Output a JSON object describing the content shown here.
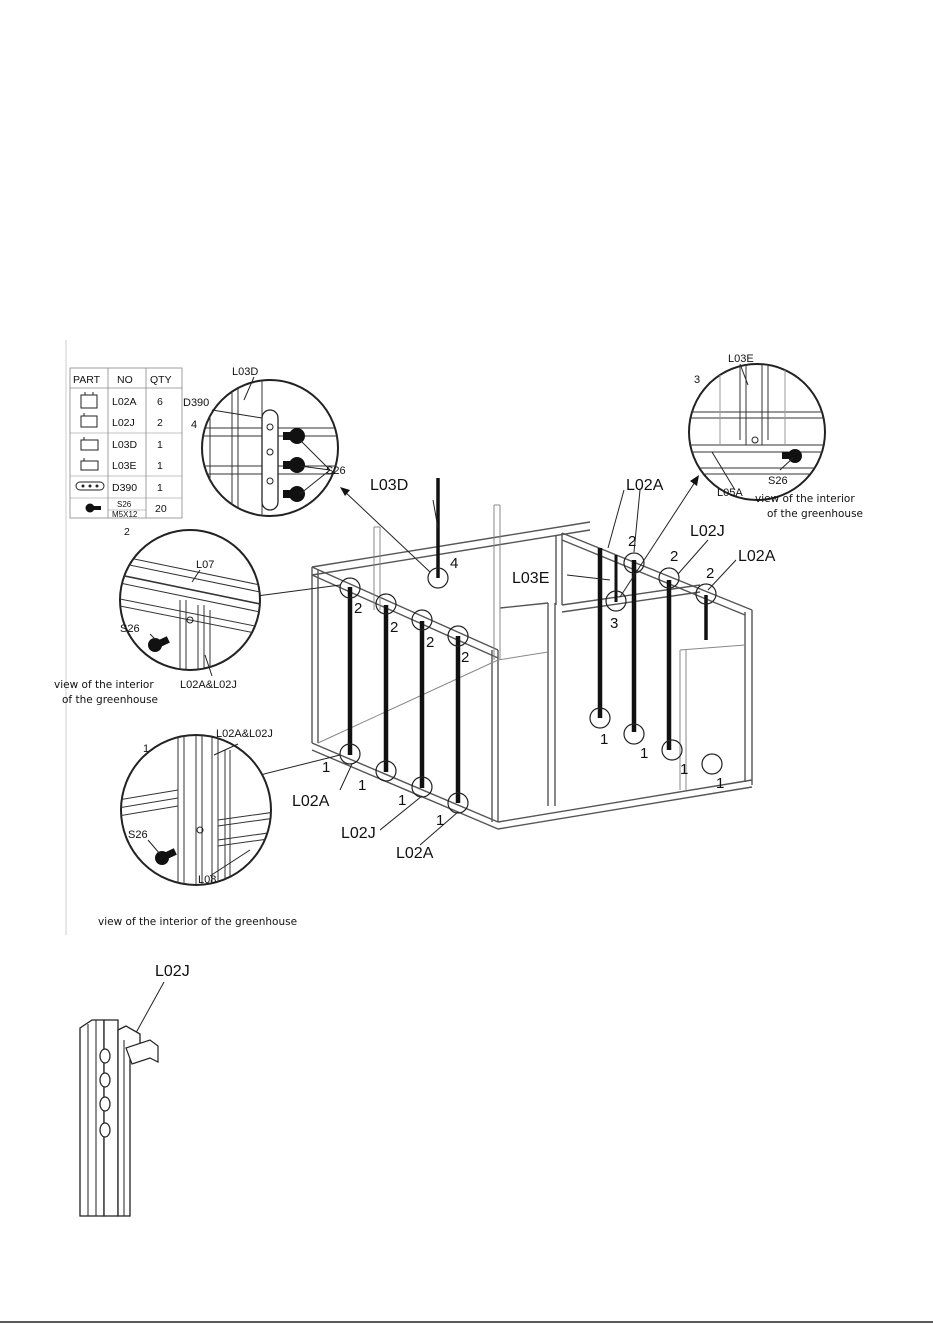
{
  "parts_table": {
    "headers": [
      "PART",
      "NO",
      "QTY"
    ],
    "rows": [
      {
        "icon": "profile-l02a-icon",
        "no": "L02A",
        "qty": "6"
      },
      {
        "icon": "profile-l02j-icon",
        "no": "L02J",
        "qty": "2"
      },
      {
        "icon": "profile-l03d-icon",
        "no": "L03D",
        "qty": "1"
      },
      {
        "icon": "profile-l03e-icon",
        "no": "L03E",
        "qty": "1"
      },
      {
        "icon": "plate-d390-icon",
        "no": "D390",
        "qty": "1"
      },
      {
        "icon": "screw-s26-icon",
        "no": "S26",
        "no2": "M5X12",
        "qty": "20"
      }
    ],
    "footnote": "2"
  },
  "detail_top_left": {
    "l03d": "L03D",
    "d390": "D390",
    "step": "4",
    "s26": "S26"
  },
  "detail_top_right": {
    "step": "3",
    "l03e": "L03E",
    "l05a": "L05A",
    "s26": "S26",
    "caption1": "view of the interior",
    "caption2": "of the greenhouse"
  },
  "detail_mid_left": {
    "l07": "L07",
    "s26": "S26",
    "combo": "L02A&L02J",
    "caption1": "view of the interior",
    "caption2": "of the greenhouse"
  },
  "detail_bottom_left": {
    "step": "1",
    "combo": "L02A&L02J",
    "s26": "S26",
    "l08": "L08",
    "caption": "view of the interior of the greenhouse"
  },
  "main_labels": {
    "l03d": "L03D",
    "n4": "4",
    "l02a_tr": "L02A",
    "l02j_tr": "L02J",
    "l02a_far": "L02A",
    "l03e": "L03E",
    "n2_a": "2",
    "n2_b": "2",
    "n2_c": "2",
    "n2_d": "2",
    "n2_e": "2",
    "n2_f": "2",
    "n2_g": "2",
    "n3": "3",
    "n1_a": "1",
    "n1_b": "1",
    "n1_c": "1",
    "n1_d": "1",
    "n1_e": "1",
    "n1_f": "1",
    "n1_g": "1",
    "n1_h": "1",
    "l02a_bl": "L02A",
    "l02j_bl": "L02J",
    "l02a_b": "L02A"
  },
  "profile_view": {
    "label": "L02J"
  }
}
